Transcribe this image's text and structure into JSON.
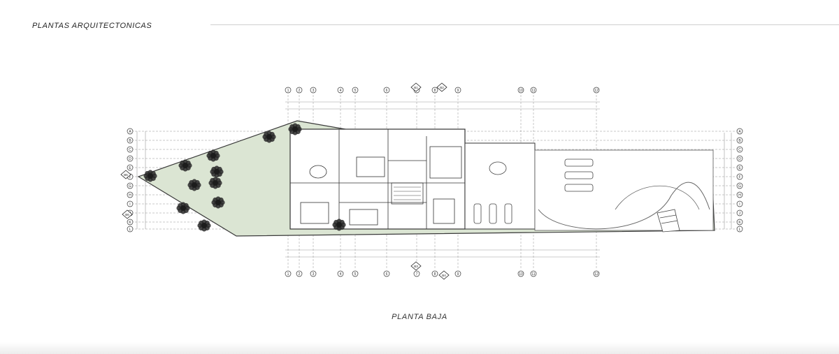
{
  "header": {
    "title": "PLANTAS ARQUITECTONICAS"
  },
  "plan": {
    "caption": "PLANTA BAJA",
    "colors": {
      "landscape": "#dbe5d3",
      "line": "#3a3a3a",
      "tree": "#222222",
      "background": "#ffffff"
    },
    "grid_numbers": [
      "1",
      "2",
      "3",
      "4",
      "5",
      "6",
      "7",
      "8",
      "9",
      "10",
      "11",
      "12"
    ],
    "grid_letters": [
      "A",
      "B",
      "C",
      "D",
      "E",
      "F",
      "G",
      "H",
      "I",
      "J",
      "K",
      "L"
    ],
    "section_marks": [
      "B1",
      "B2",
      "B3",
      "B4",
      "B5",
      "B6"
    ]
  }
}
